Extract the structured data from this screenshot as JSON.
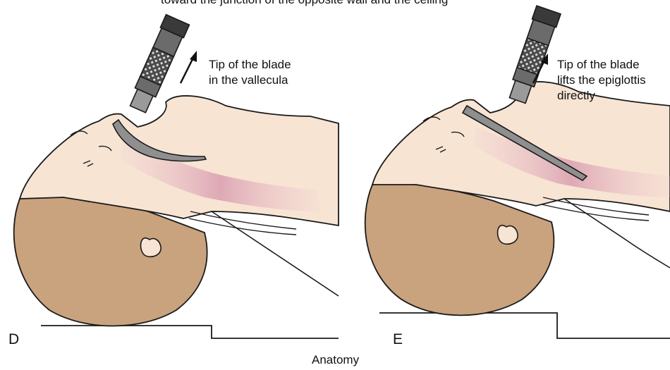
{
  "header": {
    "caption": "toward the junction of the opposite wall and the ceiling"
  },
  "panels": [
    {
      "letter": "D",
      "label_lines": [
        "Tip of the blade",
        "in the vallecula"
      ]
    },
    {
      "letter": "E",
      "label_lines": [
        "Tip of the blade",
        "lifts the epiglottis",
        "directly"
      ]
    }
  ],
  "footer": {
    "caption": "Anatomy"
  },
  "colors": {
    "skin": "#f7e4d3",
    "skin_shadow": "#efcfba",
    "hair": "#c9a27e",
    "airway": "#d9a3b0",
    "blade": "#8f8f8f",
    "handle": "#3a3a3a",
    "outline": "#1a1a1a"
  }
}
